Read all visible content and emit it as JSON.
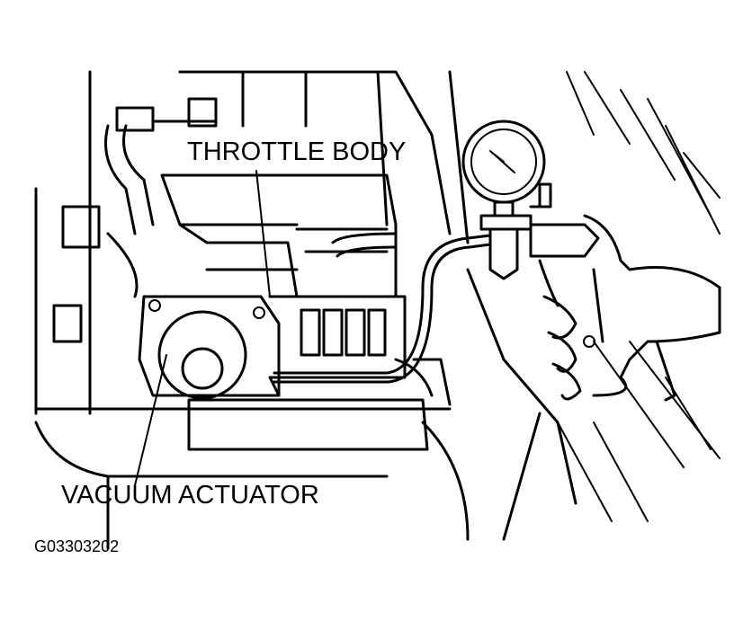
{
  "labels": {
    "throttle_body": "THROTTLE BODY",
    "vacuum_actuator": "VACUUM ACTUATOR",
    "figure_code": "G03303202"
  },
  "colors": {
    "ink": "#000000",
    "paper": "#ffffff"
  }
}
